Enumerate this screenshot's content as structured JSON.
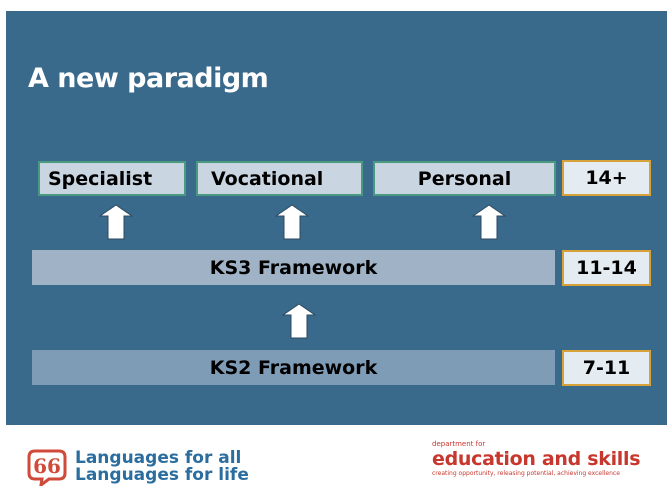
{
  "slide": {
    "title": "A new paradigm"
  },
  "pathways": [
    {
      "label": "Specialist"
    },
    {
      "label": "Vocational"
    },
    {
      "label": "Personal"
    }
  ],
  "ages": {
    "upper": "14+",
    "middle": "11-14",
    "lower": "7-11"
  },
  "frameworks": {
    "ks3": "KS3  Framework",
    "ks2": "KS2  Framework"
  },
  "footer": {
    "logo_line1": "Languages for all",
    "logo_line2": "Languages for life",
    "dept_small": "department for",
    "dept_main": "education and skills",
    "dept_tagline": "creating opportunity, releasing potential, achieving excellence"
  },
  "colors": {
    "panel_bg": "#3a6a8b",
    "box_fill": "#c9d6e2",
    "box_border_green": "#4a9a82",
    "box_border_orange": "#d8a23a",
    "ks3_fill": "#a0b3c6",
    "ks2_fill": "#7f9cb6",
    "dfes_red": "#c8372d",
    "lfa_blue": "#2a6d9e"
  }
}
